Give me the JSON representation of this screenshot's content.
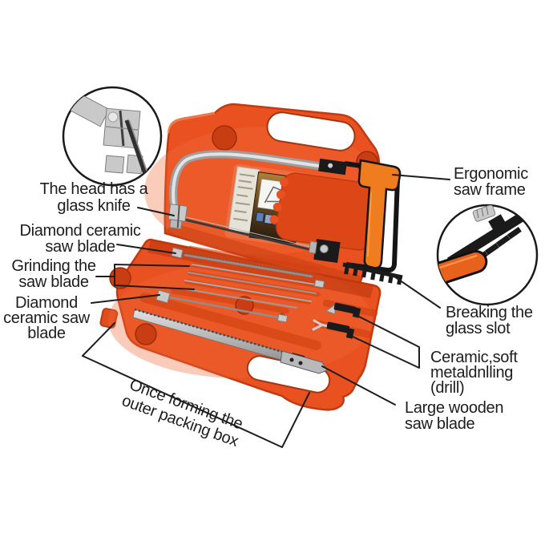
{
  "labels": {
    "head_glass_knife": [
      "The head has a",
      "glass knife"
    ],
    "diamond_ceramic_top": [
      "Diamond ceramic",
      "saw blade"
    ],
    "grinding_saw_blade": [
      "Grinding the",
      "saw blade"
    ],
    "diamond_ceramic_left": [
      "Diamond",
      "ceramic saw",
      "blade"
    ],
    "once_forming": [
      "Once forming the",
      "outer packing box"
    ],
    "ergonomic_saw_frame": [
      "Ergonomic",
      "saw frame"
    ],
    "breaking_glass_slot": [
      "Breaking the",
      "glass slot"
    ],
    "ceramic_soft_drill": [
      "Ceramic,soft",
      "metaldnlling",
      "(drill)"
    ],
    "large_wooden_saw_blade": [
      "Large wooden",
      "saw blade"
    ]
  },
  "colors": {
    "background": "#ffffff",
    "case_orange": "#e95120",
    "case_orange_dark": "#c23a10",
    "case_orange_light": "#f4724a",
    "recess_orange": "#c93d12",
    "grip_pad_orange": "#dd4717",
    "handle_orange": "#ef7c1e",
    "metal_silver": "#c9c9c9",
    "metal_dark": "#7d7d7d",
    "black_parts": "#1a1a1a",
    "annotation_ink": "#1d1d1d"
  }
}
